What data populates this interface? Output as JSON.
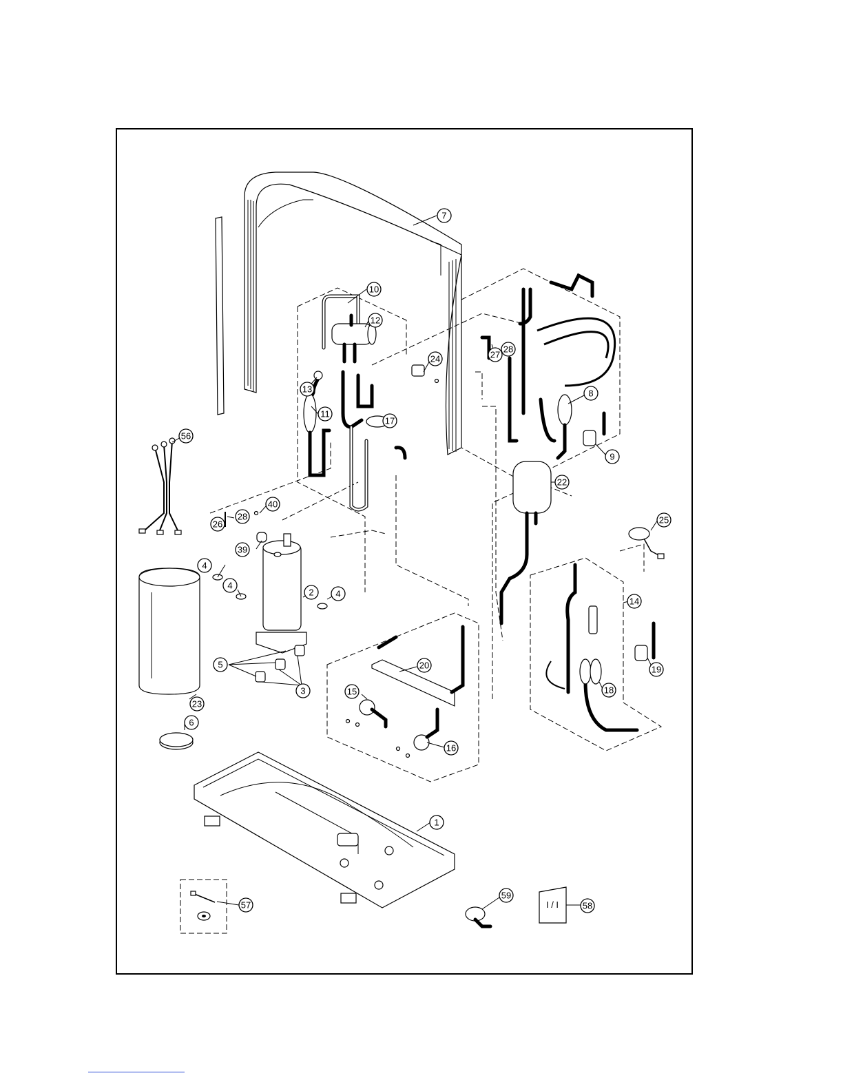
{
  "diagram": {
    "callouts": [
      "1",
      "2",
      "3",
      "4",
      "5",
      "6",
      "7",
      "8",
      "9",
      "10",
      "11",
      "12",
      "13",
      "14",
      "15",
      "16",
      "17",
      "18",
      "19",
      "20",
      "22",
      "23",
      "24",
      "25",
      "26",
      "27",
      "28",
      "39",
      "40",
      "56",
      "57",
      "58",
      "59"
    ],
    "manual_label": "I / I"
  },
  "colors": {
    "line": "#000000",
    "background": "#ffffff",
    "footer_link": "#2a4ad4"
  }
}
